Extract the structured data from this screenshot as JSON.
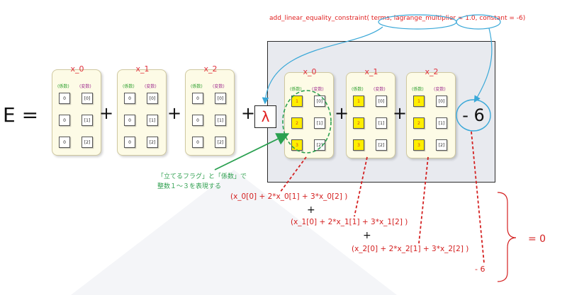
{
  "equation": {
    "lhs": "E ="
  },
  "cards": [
    {
      "title": "x_0",
      "coef_header": "(係数)",
      "var_header": "(変数)",
      "coefs": [
        "0",
        "0",
        "0"
      ],
      "vars": [
        "[0]",
        "[1]",
        "[2]"
      ]
    },
    {
      "title": "x_1",
      "coef_header": "(係数)",
      "var_header": "(変数)",
      "coefs": [
        "0",
        "0",
        "0"
      ],
      "vars": [
        "[0]",
        "[1]",
        "[2]"
      ]
    },
    {
      "title": "x_2",
      "coef_header": "(係数)",
      "var_header": "(変数)",
      "coefs": [
        "0",
        "0",
        "0"
      ],
      "vars": [
        "[0]",
        "[1]",
        "[2]"
      ]
    },
    {
      "title": "x_0",
      "coef_header": "(係数)",
      "var_header": "(変数)",
      "coefs": [
        "1",
        "2",
        "3"
      ],
      "vars": [
        "[0]",
        "[1]",
        "[2]"
      ]
    },
    {
      "title": "x_1",
      "coef_header": "(係数)",
      "var_header": "(変数)",
      "coefs": [
        "1",
        "2",
        "3"
      ],
      "vars": [
        "[0]",
        "[1]",
        "[2]"
      ]
    },
    {
      "title": "x_2",
      "coef_header": "(係数)",
      "var_header": "(変数)",
      "coefs": [
        "1",
        "2",
        "3"
      ],
      "vars": [
        "[0]",
        "[1]",
        "[2]"
      ]
    }
  ],
  "operators": {
    "plus": "+",
    "lambda": "λ",
    "constant": "- 6"
  },
  "code": "add_linear_equality_constraint( terms, lagrange_multiplier = 1.0, constant = -6)",
  "note": {
    "line1": "「立てるフラグ」と「係数」で",
    "line2": "整数１～３を表現する"
  },
  "expansion": {
    "line1": "(x_0[0] + 2*x_0[1] + 3*x_0[2] )",
    "line2": "(x_1[0] + 2*x_1[1] + 3*x_1[2] )",
    "line3": "(x_2[0] + 2*x_2[1] + 3*x_2[2] )",
    "plus": "+",
    "constant": "- 6",
    "result": "= 0"
  },
  "colors": {
    "red": "#d42020",
    "green": "#30a050",
    "yellow": "#ffee00",
    "cyan": "#3aa8d8",
    "group_bg": "#e8eaef"
  }
}
